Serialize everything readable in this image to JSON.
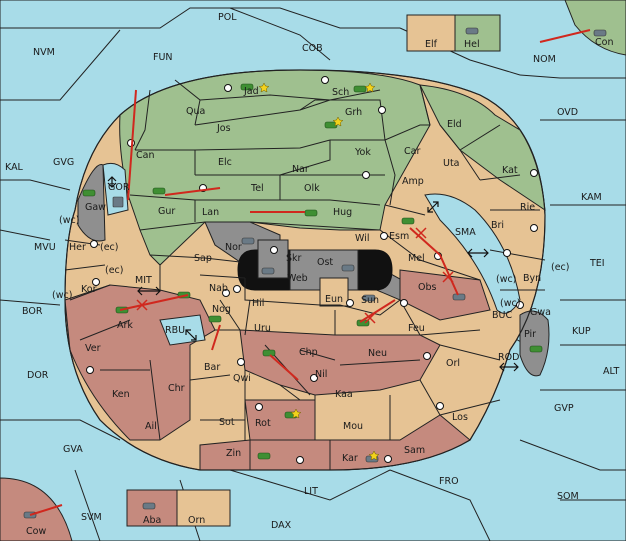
{
  "colors": {
    "sea": "#a8dce8",
    "green": "#9fc08f",
    "tan": "#e6c394",
    "red": "#c58a7e",
    "grey": "#8f8f8f",
    "move": "#d0281e",
    "unit_green": "#3f8f33",
    "unit_grey": "#6a7a86"
  },
  "labels": {
    "pol": "POL",
    "fun": "FUN",
    "cob": "COB",
    "nvm": "NVM",
    "nom": "NOM",
    "ovd": "OVD",
    "kal": "KAL",
    "gvg": "GVG",
    "kam": "KAM",
    "tei": "TEI",
    "mvu": "MVU",
    "bor": "BOR",
    "dor": "DOR",
    "gva": "GVA",
    "svm": "SVM",
    "dax": "DAX",
    "lit": "LIT",
    "fro": "FRO",
    "som": "SOM",
    "gvp": "GVP",
    "alt": "ALT",
    "kup": "KUP",
    "buc": "BUC",
    "rod": "ROD",
    "sma": "SMA",
    "mit": "MIT",
    "rbu": "RBU",
    "gor": "GOR",
    "elf": "Elf",
    "hel": "Hel",
    "con": "Con",
    "cow": "Cow",
    "aba": "Aba",
    "orn": "Orn",
    "jad": "Jad",
    "sch": "Sch",
    "qua": "Qua",
    "jos": "Jos",
    "grh": "Grh",
    "eld": "Eld",
    "can": "Can",
    "elc": "Elc",
    "yok": "Yok",
    "car": "Car",
    "uta": "Uta",
    "kat": "Kat",
    "nar": "Nar",
    "tel": "Tel",
    "olk": "Olk",
    "amp": "Amp",
    "gur": "Gur",
    "gaw": "Gaw",
    "lan": "Lan",
    "hug": "Hug",
    "rie": "Rie",
    "bri": "Bri",
    "esm": "Esm",
    "wil": "Wil",
    "nor": "Nor",
    "skr": "Skr",
    "ost": "Ost",
    "web": "Web",
    "sap": "Sap",
    "mel": "Mel",
    "her": "Her",
    "byn": "Byn",
    "kor": "Kor",
    "nab": "Nab",
    "obs": "Obs",
    "eun": "Eun",
    "hil": "Hil",
    "sun": "Sun",
    "gwa": "Gwa",
    "ark": "Ark",
    "nog": "Nog",
    "uru": "Uru",
    "feu": "Feu",
    "pir": "Pir",
    "bar": "Bar",
    "chp": "Chp",
    "neu": "Neu",
    "orl": "Orl",
    "ver": "Ver",
    "qwi": "Qwi",
    "nil": "Nil",
    "ken": "Ken",
    "chr": "Chr",
    "kaa": "Kaa",
    "sot": "Sot",
    "rot": "Rot",
    "los": "Los",
    "ail": "Ail",
    "mou": "Mou",
    "zin": "Zin",
    "kar": "Kar",
    "sam": "Sam",
    "wc1": "(wc)",
    "ec1": "(ec)",
    "wc2": "(wc)",
    "ec2": "(ec)",
    "wc3": "(wc)",
    "ec3": "(ec)",
    "wc4": "(wc)"
  }
}
